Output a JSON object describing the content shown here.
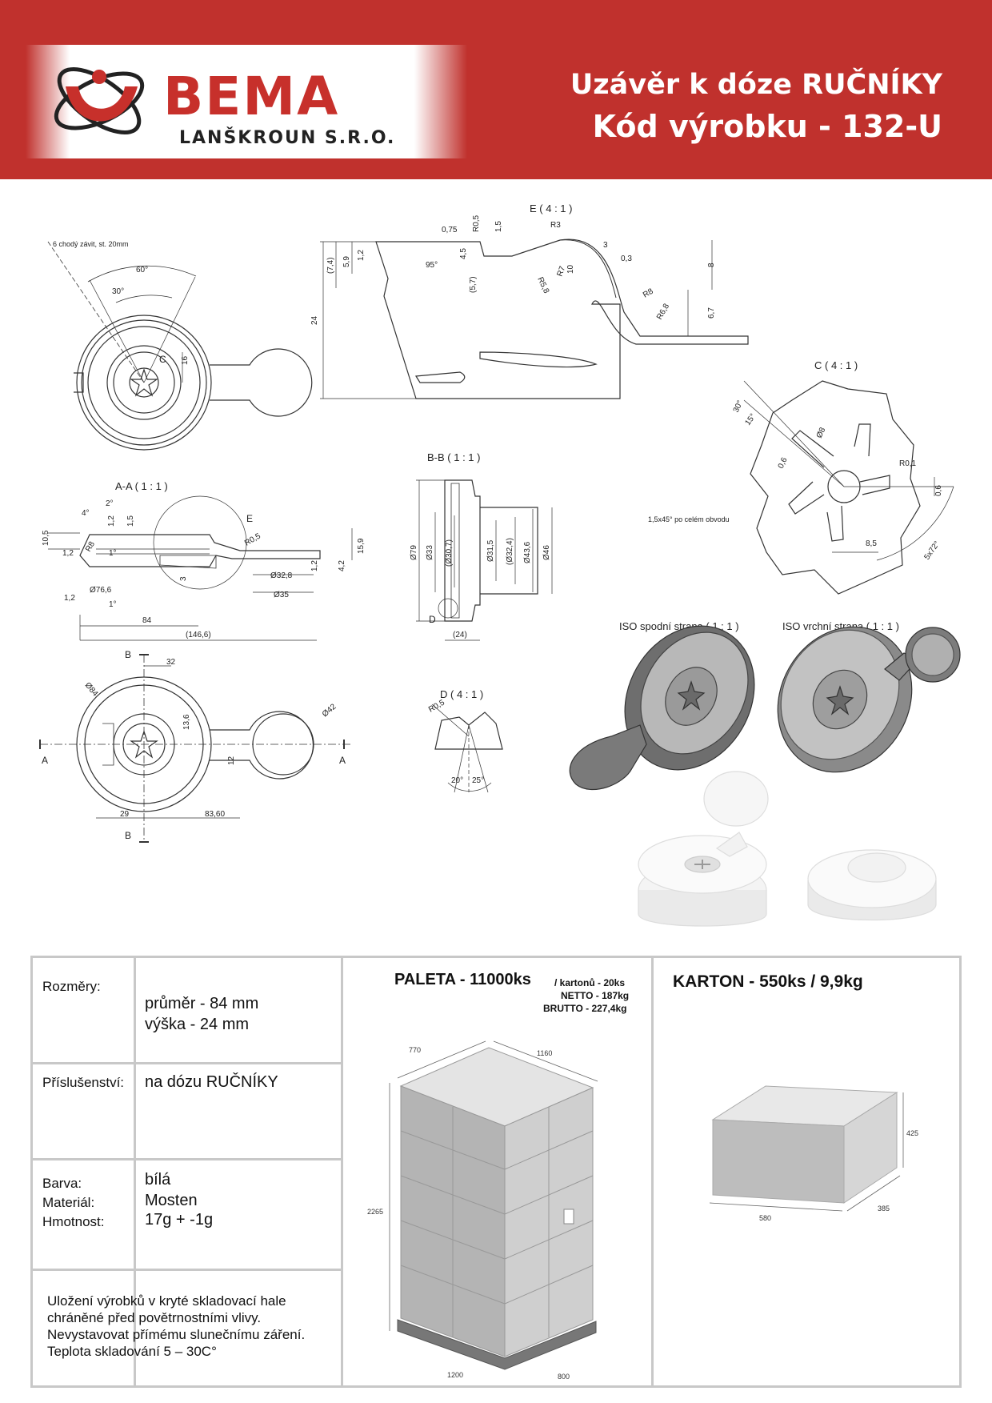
{
  "header": {
    "brand": "BEMA",
    "brand_sub": "LANŠKROUN S.R.O.",
    "title_line1": "Uzávěr k dóze RUČNÍKY",
    "title_line2": "Kód výrobku - 132-U",
    "color": "#c0312d"
  },
  "drawing": {
    "labels": {
      "view_e": "E ( 4 : 1 )",
      "view_c": "C ( 4 : 1 )",
      "view_aa": "A-A ( 1 : 1 )",
      "view_bb": "B-B ( 1 : 1 )",
      "view_d": "D ( 4 : 1 )",
      "iso_bottom": "ISO spodní strana ( 1 : 1 )",
      "iso_top": "ISO vrchní strana ( 1 : 1 )",
      "thread": "6 chodý závit, st. 20mm",
      "chamfer": "1,5x45° po celém obvodu",
      "angle_60": "60°",
      "angle_30": "30°",
      "letter_c": "C",
      "letter_e": "E",
      "letter_d": "D",
      "letter_a": "A",
      "letter_b": "B",
      "dims": {
        "d16": "16",
        "d24": "24",
        "d74": "(7,4)",
        "d59": "5,9",
        "d12": "1,2",
        "d075": "0,75",
        "dr05": "R0,5",
        "d15": "1,5",
        "dr3": "R3",
        "d3": "3",
        "d03": "0,3",
        "d8": "8",
        "d95": "95°",
        "d45": "4,5",
        "d57": "(5,7)",
        "dr58": "R5,8",
        "dr7": "R7",
        "d10": "10",
        "dr8": "R8",
        "dr68": "R6,8",
        "d67": "6,7",
        "d105": "10,5",
        "d4deg": "4°",
        "d2deg": "2°",
        "dr8b": "R8",
        "d1deg": "1°",
        "d159": "15,9",
        "d42": "4,2",
        "d328": "Ø32,8",
        "d35": "Ø35",
        "d766": "Ø76,6",
        "d84": "84",
        "d1466": "(146,6)",
        "d79": "Ø79",
        "d33": "Ø33",
        "d307": "(Ø30,7)",
        "d315": "Ø31,5",
        "d324": "(Ø32,4)",
        "d436": "Ø43,6",
        "d46": "Ø46",
        "d24b": "(24)",
        "d15deg": "15°",
        "d06": "0,6",
        "dr01": "R0,1",
        "d85": "8,5",
        "d5x72": "5x72°",
        "dd8": "Ø8",
        "d32": "32",
        "dd84": "Ø84",
        "d136": "13,6",
        "dd42": "Ø42",
        "d12b": "12",
        "d29": "29",
        "d836": "83,60",
        "d20deg": "20°",
        "d25deg": "25°"
      }
    }
  },
  "table": {
    "dims_label": "Rozměry:",
    "diameter": "průměr - 84 mm",
    "height": "výška - 24 mm",
    "accessory_label": "Příslušenství:",
    "accessory": "na dózu RUČNÍKY",
    "color_label": "Barva:",
    "color": "bílá",
    "material_label": "Materiál:",
    "material": "Mosten",
    "weight_label": "Hmotnost:",
    "weight": "17g + -1g",
    "storage": [
      "Uložení výrobků v kryté skladovací hale",
      "chráněné před povětrnostními vlivy.",
      "Nevystavovat přímému slunečnímu záření.",
      "Teplota skladování 5 – 30C°"
    ],
    "pallet_title": "PALETA - 11000ks",
    "pallet_cartons": "/ kartonů - 20ks",
    "pallet_netto": "NETTO - 187kg",
    "pallet_brutto": "BRUTTO - 227,4kg",
    "pallet_dims": {
      "w": "770",
      "l": "1160",
      "h": "2265",
      "base_w": "1200",
      "base_d": "800"
    },
    "carton_title": "KARTON - 550ks / 9,9kg",
    "carton_dims": {
      "h": "425",
      "w": "580",
      "d": "385"
    }
  }
}
